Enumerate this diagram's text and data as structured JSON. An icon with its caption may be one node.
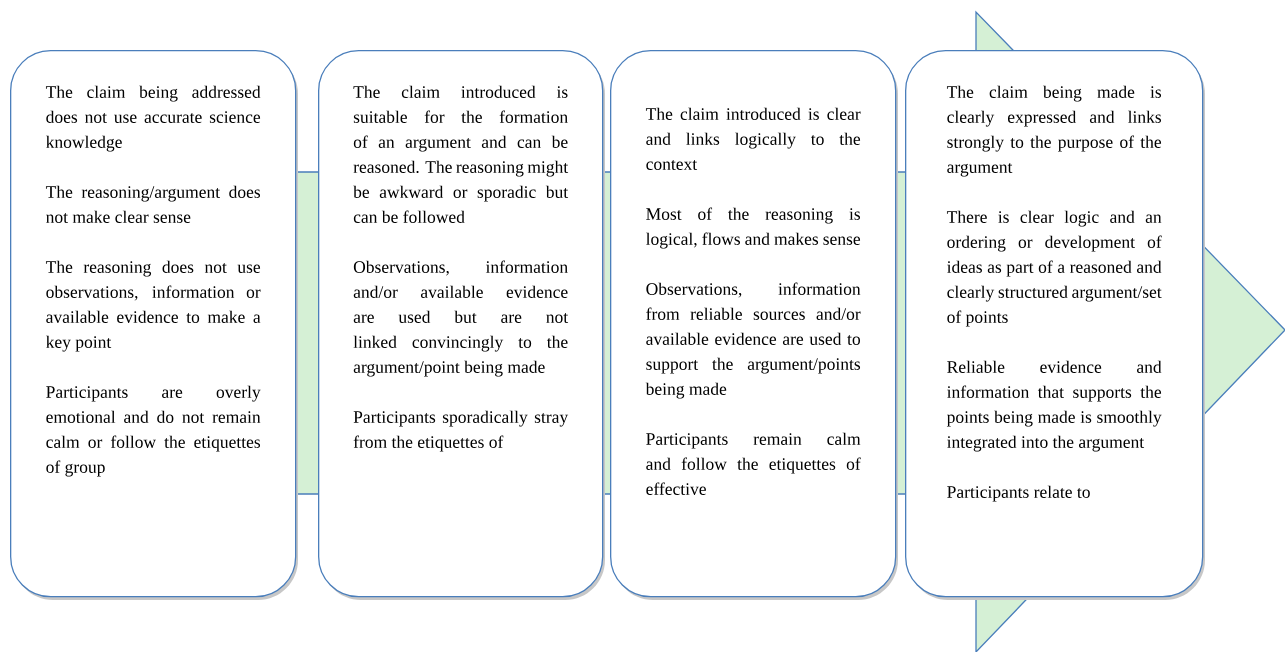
{
  "diagram": {
    "nodes": [
      {
        "text": [
          "The claim being addressed does not use accurate science knowledge",
          "The reasoning/argument does not make clear sense",
          "The reasoning does not use observations, information or available evidence to make a key point",
          "Participants are overly emotional and do not remain calm or follow the etiquettes of group"
        ]
      },
      {
        "text": [
          "The claim introduced is suitable for the formation of an argument and can be reasoned. The reasoning might be awkward or sporadic but can be followed",
          "Observations, information and/or available evidence are used but are not linked convincingly to the argument/point being made",
          "Participants sporadically stray from the etiquettes of"
        ]
      },
      {
        "text": [
          "The claim introduced is clear and links logically to the context",
          "Most of the reasoning is logical, flows and makes sense",
          "Observations, information from reliable sources and/or available evidence are used to support the argument/points being made",
          "Participants remain calm and follow the etiquettes of effective"
        ]
      },
      {
        "text": [
          "The claim being made is clearly expressed and links strongly to the purpose of the argument",
          "There is clear logic and an ordering or development of ideas as part of a reasoned and clearly structured argument/set of points",
          "Reliable evidence and information that supports the points being made is smoothly integrated into the argument",
          "Participants relate to"
        ]
      }
    ]
  }
}
